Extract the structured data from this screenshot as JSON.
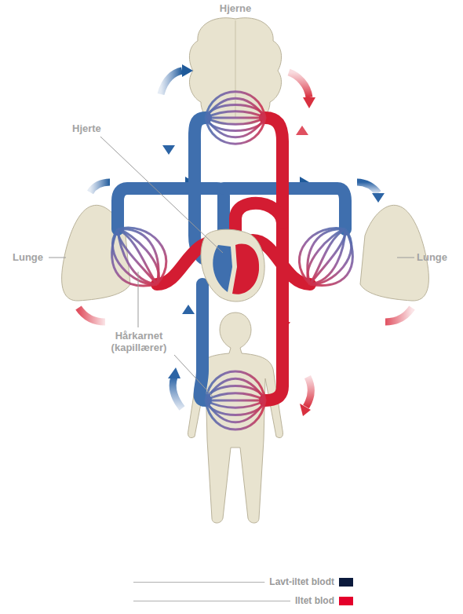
{
  "diagram": {
    "labels": [
      "Hjerne",
      "Hjerte",
      "Lunge",
      "Lunge",
      "Hårkarnet (kapillærer)"
    ],
    "legend": [
      {
        "text": "Lavt-iltet blodt",
        "color": "#0b1a3c"
      },
      {
        "text": "Iltet blod",
        "color": "#e4002b"
      }
    ]
  }
}
